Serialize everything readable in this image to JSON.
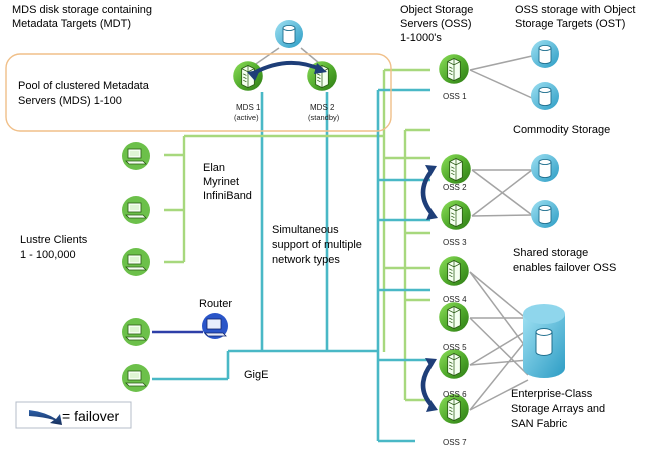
{
  "labels": {
    "mdt_line1": "MDS disk storage containing",
    "mdt_line2": "Metadata Targets (MDT)",
    "pool_line1": "Pool of clustered Metadata",
    "pool_line2": "Servers (MDS) 1-100",
    "mds1_line1": "MDS 1",
    "mds1_line2": "(active)",
    "mds2_line1": "MDS 2",
    "mds2_line2": "(standby)",
    "oss_line1": "Object Storage",
    "oss_line2": "Servers (OSS)",
    "oss_line3": "1-1000's",
    "ost_line1": "OSS storage with Object",
    "ost_line2": "Storage Targets (OST)",
    "commodity": "Commodity Storage",
    "shared_line1": "Shared storage",
    "shared_line2": "enables failover OSS",
    "net_line1": "Elan",
    "net_line2": "Myrinet",
    "net_line3": "InfiniBand",
    "clients_line1": "Lustre Clients",
    "clients_line2": "1 - 100,000",
    "multi_line1": "Simultaneous",
    "multi_line2": "support of multiple",
    "multi_line3": "network types",
    "router": "Router",
    "gige": "GigE",
    "enterprise_line1": "Enterprise-Class",
    "enterprise_line2": "Storage Arrays and",
    "enterprise_line3": "SAN Fabric",
    "legend": "= failover"
  },
  "oss_servers": [
    "OSS 1",
    "OSS 2",
    "OSS 3",
    "OSS 4",
    "OSS 5",
    "OSS 6",
    "OSS 7"
  ],
  "colors": {
    "server_green": "#5cb82c",
    "disk_cyan": "#4db6d8",
    "client_green": "#6cc04a",
    "link_light_green": "#a7d87d",
    "link_teal": "#49b8c6",
    "router_blue": "#2a55c8",
    "failover_arrow": "#1e3e78",
    "pool_border": "#f0bf88"
  },
  "icons": {
    "server": "server-icon",
    "disk": "disk-icon",
    "client": "client-workstation-icon",
    "router": "router-icon",
    "failover": "failover-arrow-icon"
  }
}
